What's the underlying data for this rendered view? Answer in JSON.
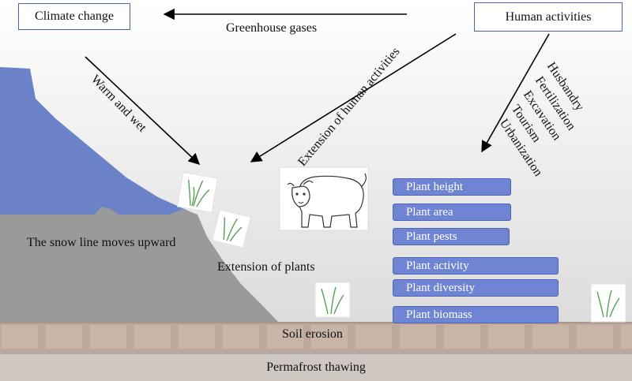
{
  "boxes": {
    "climate_change": "Climate change",
    "human_activities": "Human activities"
  },
  "arrows": {
    "greenhouse_gases": "Greenhouse gases",
    "warm_and_wet": "Warm and wet",
    "extension_of_human_activities": "Extension of human activities"
  },
  "drivers": [
    "Husbandry",
    "Fertilization",
    "Excavation",
    "Tourism",
    "Urbanization"
  ],
  "labels": {
    "snow_line": "The snow line moves upward",
    "extension_of_plants": "Extension of plants",
    "soil_erosion": "Soil erosion",
    "permafrost_thawing": "Permafrost thawing"
  },
  "plant_traits": [
    "Plant height",
    "Plant area",
    "Plant pests",
    "Plant activity",
    "Plant diversity",
    "Plant biomass"
  ],
  "icons": [
    "grass-icon",
    "yak-icon",
    "mountain-icon",
    "snow-icon",
    "soil-icon"
  ],
  "colors": {
    "snow": "#6b82c9",
    "mountain": "#9a9a9a",
    "trait_fill": "#6f85d3",
    "box_border": "#4a63a8",
    "grass": "#5a9e5a"
  }
}
